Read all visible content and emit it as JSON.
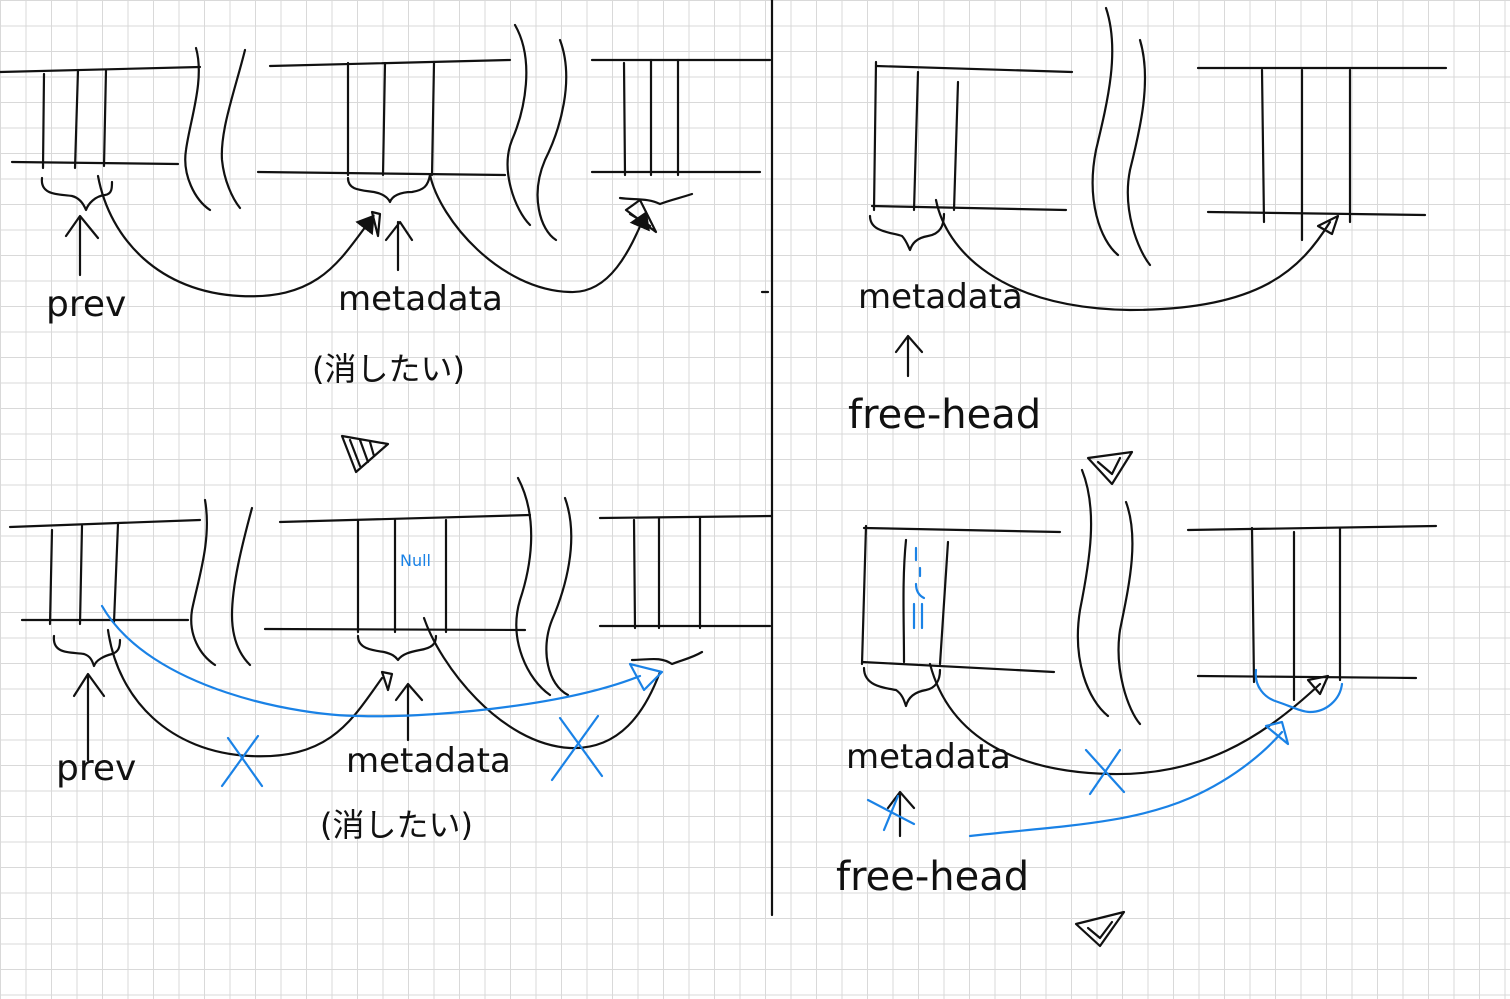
{
  "labels": {
    "prev": "prev",
    "metadata": "metadata",
    "delete_note": "(消したい)",
    "free_head": "free-head",
    "null": "Null"
  },
  "colors": {
    "ink": "#111111",
    "annotation": "#1a82e6",
    "grid": "#d9d9d9"
  }
}
